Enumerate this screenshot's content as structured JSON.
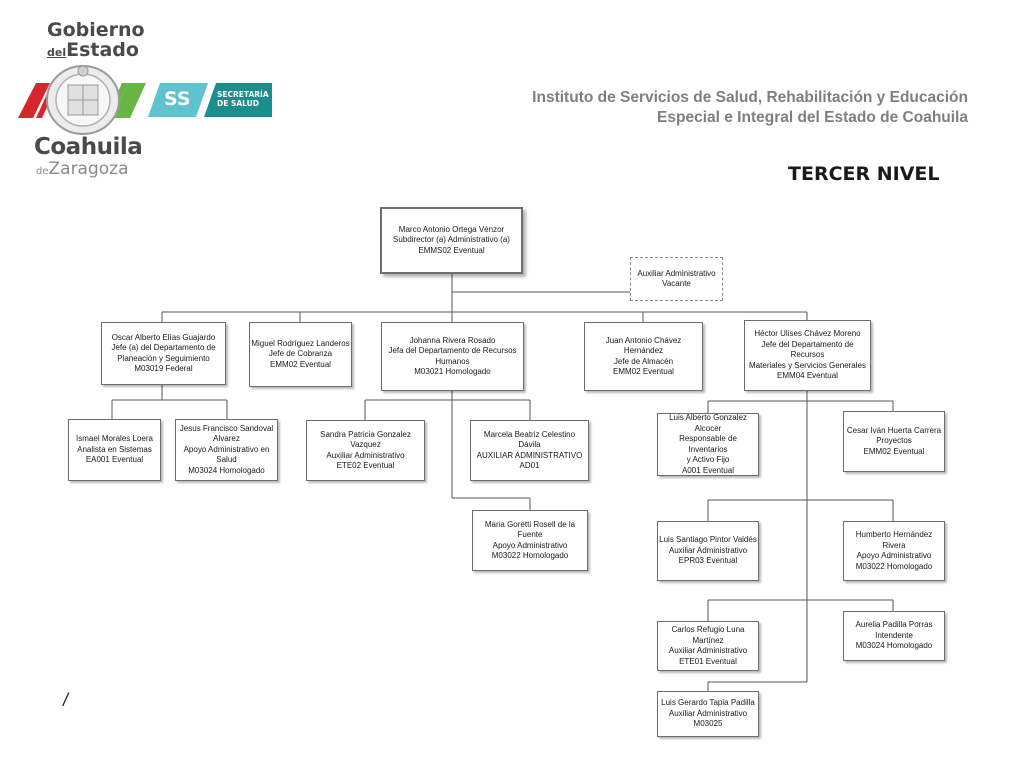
{
  "header": {
    "logo_gobierno": "Gobierno",
    "logo_del": "del",
    "logo_estado": "Estado",
    "logo_coahuila": "Coahuila",
    "logo_de": "de",
    "logo_zaragoza": "Zaragoza",
    "badge_ss": "SS",
    "badge_sec1": "SECRETARÍA",
    "badge_sec2": "DE SALUD",
    "institute_line1": "Instituto de Servicios de Salud, Rehabilitación y Educación",
    "institute_line2": "Especial e Integral del Estado de Coahuila",
    "level": "TERCER NIVEL",
    "stray_char": "/"
  },
  "colors": {
    "red": "#d7262c",
    "green": "#6ab446",
    "teal": "#1d8c8c",
    "line": "#555555"
  },
  "org": {
    "root": [
      "Marco Antonio Ortega Vénzor",
      "Subdirector (a) Administrativo (a)",
      "EMMS02 Eventual"
    ],
    "auxiliar_vacante": [
      "Auxiliar Administrativo",
      "Vacante"
    ],
    "oscar": [
      "Oscar Alberto Elías Guajardo",
      "Jefe (a) del Departamento de",
      "Planeación y Seguimiento",
      "M03019 Federal"
    ],
    "miguel": [
      "Miguel Rodríguez Landeros",
      "Jefe de Cobranza",
      "EMM02 Eventual"
    ],
    "johanna": [
      "Johanna Rivera Rosado",
      "Jefa del Departamento de Recursos",
      "Humanos",
      "M03021 Homologado"
    ],
    "juan": [
      "Juan Antonio Chávez Hernández",
      "Jefe de Almacén",
      "EMM02 Eventual"
    ],
    "hector": [
      "Héctor Ulises Chávez Moreno",
      "Jefe del Departamento de Recursos",
      "Materiales y Servicios Generales",
      "EMM04 Eventual"
    ],
    "ismael": [
      "Ismael Morales Loera",
      "Analista en Sistemas",
      "EA001 Eventual"
    ],
    "jesus": [
      "Jesus Francisco Sandoval",
      "Alvarez",
      "Apoyo Administrativo en",
      "Salud",
      "M03024 Homologado"
    ],
    "sandra": [
      "Sandra Patricia Gonzalez",
      "Vazquez",
      "Auxiliar Administrativo",
      "ETE02 Eventual"
    ],
    "marcela": [
      "Marcela Beatriz Celestino Dávila",
      "AUXILIAR ADMINISTRATIVO",
      "AD01"
    ],
    "maria": [
      "Maria Goretti Rosell de la",
      "Fuente",
      "Apoyo Administrativo",
      "M03022 Homologado"
    ],
    "luis_alberto": [
      "Luis Alberto Gonzalez",
      "Alcocer",
      "Responsable de Inventarios",
      "y Activo Fijo",
      "A001 Eventual"
    ],
    "cesar": [
      "Cesar Iván Huerta Carrera",
      "Proyectos",
      "EMM02 Eventual"
    ],
    "luis_santiago": [
      "Luis Santiago Pintor Valdés",
      "Auxiliar Administrativo",
      "EPR03 Eventual"
    ],
    "humberto": [
      "Humberto Hernández Rivera",
      "Apoyo Administrativo",
      "M03022  Homologado"
    ],
    "carlos": [
      "Carlos Refugio Luna",
      "Martínez",
      "Auxiliar Administrativo",
      "ETE01 Eventual"
    ],
    "aurelia": [
      "Aurelia Padilla Porras",
      "Intendente",
      "M03024 Homologado"
    ],
    "luis_gerardo": [
      "Luis Gerardo Tapia Padilla",
      "Auxiliar Administrativo",
      "M03025"
    ]
  }
}
